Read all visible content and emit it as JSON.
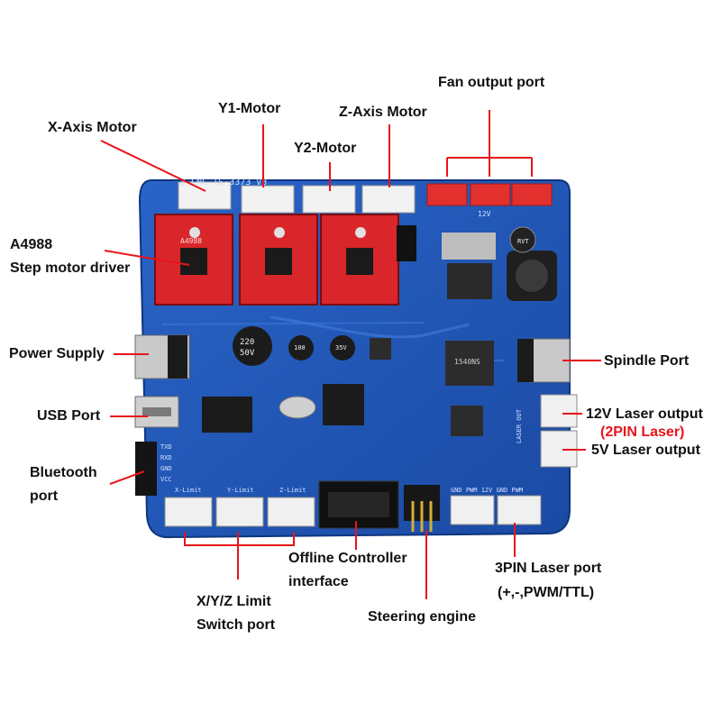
{
  "labels": {
    "fan_output": "Fan output port",
    "y1_motor": "Y1-Motor",
    "z_axis_motor": "Z-Axis Motor",
    "x_axis_motor": "X-Axis Motor",
    "y2_motor": "Y2-Motor",
    "a4988_line1": "A4988",
    "a4988_line2": "Step motor driver",
    "power_supply": "Power Supply",
    "spindle_port": "Spindle Port",
    "usb_port": "USB Port",
    "laser12v": "12V Laser output",
    "laser_2pin": "(2PIN Laser)",
    "laser5v": "5V Laser output",
    "bluetooth_line1": "Bluetooth",
    "bluetooth_line2": "port",
    "offline_line1": "Offline Controller",
    "offline_line2": "interface",
    "laser3pin_line1": "3PIN Laser port",
    "laser3pin_line2": "(+,-,PWM/TTL)",
    "limit_line1": "X/Y/Z Limit",
    "limit_line2": "Switch port",
    "steering": "Steering engine"
  },
  "board_silkscreen": {
    "board_name": "3 CNC TS-3373 V3",
    "limit_x": "X-Limit",
    "limit_y": "Y-Limit",
    "limit_z": "Z-Limit",
    "bt_txd": "TXD",
    "bt_rxd": "RXD",
    "bt_gnd": "GND",
    "bt_vcc": "VCC",
    "laser3pin_pins": "GND PWM 12V GND PWM",
    "cap_220": "220",
    "cap_50v": "50V",
    "cap_100": "100",
    "cap_35v": "35V",
    "cap_rvt": "RVT",
    "driver_chip": "A4988",
    "mosfet": "1540NS",
    "fan_pins": "12V",
    "laser_out": "LASER OUT"
  },
  "colors": {
    "board": "#1f55b8",
    "driver": "#d8262b",
    "annotation_line": "#e8141a",
    "label_text": "#111111",
    "label_accent": "#e8141a"
  }
}
